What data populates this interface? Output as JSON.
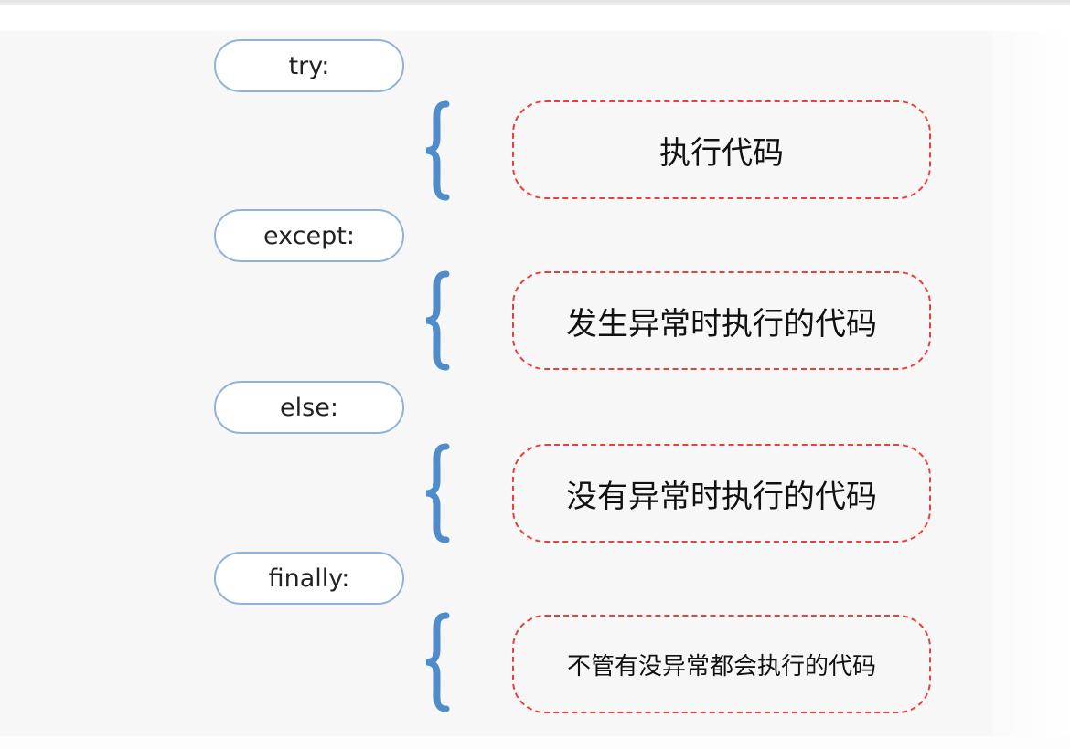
{
  "diagram": {
    "keywords": [
      "try:",
      "except:",
      "else:",
      "finally:"
    ],
    "blocks": [
      "执行代码",
      "发生异常时执行的代码",
      "没有异常时执行的代码",
      "不管有没异常都会执行的代码"
    ]
  },
  "colors": {
    "pill_border": "#8fb2d9",
    "brace": "#4f8ccc",
    "dashed_border": "#e8413d",
    "text": "#111111"
  },
  "icons": {
    "brace": "left-curly-brace-icon"
  }
}
